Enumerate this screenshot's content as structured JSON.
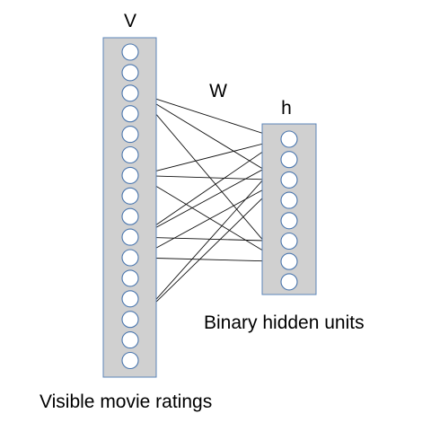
{
  "labels": {
    "visible_layer": "V",
    "weights": "W",
    "hidden_layer": "h",
    "hidden_caption": "Binary hidden units",
    "visible_caption": "Visible movie ratings"
  },
  "network": {
    "visible_units": 16,
    "hidden_units": 8,
    "connections": [
      [
        2,
        0
      ],
      [
        2,
        2
      ],
      [
        2,
        6
      ],
      [
        6,
        0
      ],
      [
        6,
        2
      ],
      [
        6,
        6
      ],
      [
        9,
        0
      ],
      [
        9,
        1
      ],
      [
        9,
        5
      ],
      [
        10,
        2
      ],
      [
        10,
        6
      ],
      [
        13,
        1
      ],
      [
        13,
        2
      ]
    ]
  },
  "colors": {
    "layer_fill": "#d0d0d0",
    "layer_border": "#5b84b8",
    "unit_fill": "#ffffff",
    "unit_stroke": "#4a76ae",
    "edge": "#111111",
    "text": "#000000"
  }
}
